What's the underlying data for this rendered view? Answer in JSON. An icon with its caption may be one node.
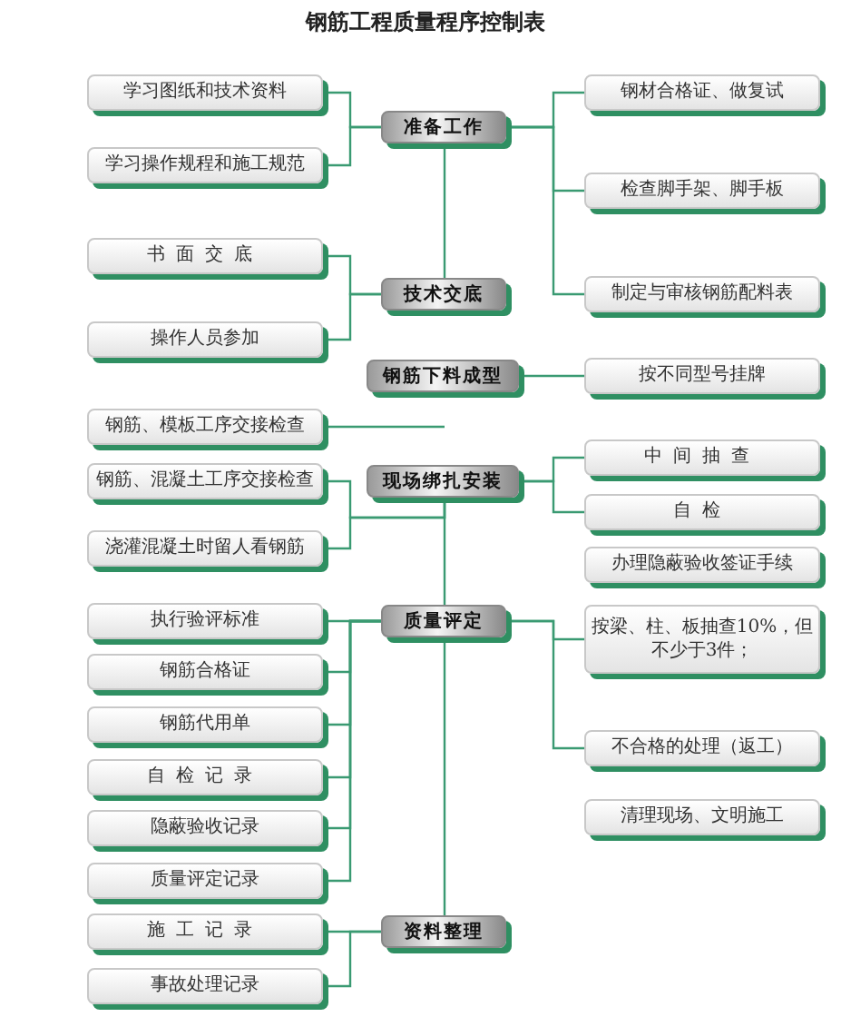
{
  "diagram": {
    "title": "钢筋工程质量程序控制表",
    "nodes": [
      {
        "text": [
          "学习图纸和技术资料"
        ]
      },
      {
        "text": [
          "钢材合格证、做复试"
        ]
      },
      {
        "text": [
          "准备工作"
        ]
      },
      {
        "text": [
          "学习操作规程和施工规范"
        ]
      },
      {
        "text": [
          "检查脚手架、脚手板"
        ]
      },
      {
        "text": [
          "书面交底"
        ]
      },
      {
        "text": [
          "技术交底"
        ]
      },
      {
        "text": [
          "制定与审核钢筋配料表"
        ]
      },
      {
        "text": [
          "操作人员参加"
        ]
      },
      {
        "text": [
          "钢筋下料成型"
        ]
      },
      {
        "text": [
          "按不同型号挂牌"
        ]
      },
      {
        "text": [
          "钢筋、模板工序交接检查"
        ]
      },
      {
        "text": [
          "中间抽查"
        ]
      },
      {
        "text": [
          "钢筋、混凝土工序交接检查"
        ]
      },
      {
        "text": [
          "现场绑扎安装"
        ]
      },
      {
        "text": [
          "自检"
        ]
      },
      {
        "text": [
          "办理隐蔽验收签证手续"
        ]
      },
      {
        "text": [
          "浇灌混凝土时留人看钢筋"
        ]
      },
      {
        "text": [
          "执行验评标准"
        ]
      },
      {
        "text": [
          "质量评定"
        ]
      },
      {
        "text": [
          "按梁、柱、板抽查10%，但不少于3件；"
        ]
      },
      {
        "text": [
          "钢筋合格证"
        ]
      },
      {
        "text": [
          "钢筋代用单"
        ]
      },
      {
        "text": [
          "不合格的处理（返工）"
        ]
      },
      {
        "text": [
          "自检记录"
        ]
      },
      {
        "text": [
          "清理现场、文明施工"
        ]
      },
      {
        "text": [
          "隐蔽验收记录"
        ]
      },
      {
        "text": [
          "质量评定记录"
        ]
      },
      {
        "text": [
          "施工记录"
        ]
      },
      {
        "text": [
          "资料整理"
        ]
      },
      {
        "text": [
          "事故处理记录"
        ]
      }
    ],
    "edges": [
      {
        "from": 0,
        "to": 2,
        "arrow": "none"
      },
      {
        "from": 3,
        "to": 2,
        "arrow": "none"
      },
      {
        "from": 2,
        "to": 1,
        "arrow": "none"
      },
      {
        "from": 2,
        "to": 4,
        "arrow": "none"
      },
      {
        "from": 2,
        "to": 7,
        "arrow": "none"
      },
      {
        "from": 2,
        "to": 6,
        "arrow": "none"
      },
      {
        "from": 5,
        "to": 6,
        "arrow": "none"
      },
      {
        "from": 8,
        "to": 6,
        "arrow": "none"
      },
      {
        "from": 9,
        "to": 10,
        "arrow": "none"
      },
      {
        "from": 11,
        "to": null,
        "arrow": "none"
      },
      {
        "from": 14,
        "to": 12,
        "arrow": "none"
      },
      {
        "from": 14,
        "to": 15,
        "arrow": "none"
      },
      {
        "from": 13,
        "to": 14,
        "arrow": "none"
      },
      {
        "from": 17,
        "to": 14,
        "arrow": "none"
      },
      {
        "from": 14,
        "to": 19,
        "arrow": "none"
      },
      {
        "from": 18,
        "to": 19,
        "arrow": "none"
      },
      {
        "from": 21,
        "to": 19,
        "arrow": "none"
      },
      {
        "from": 22,
        "to": 19,
        "arrow": "none"
      },
      {
        "from": 24,
        "to": 19,
        "arrow": "none"
      },
      {
        "from": 26,
        "to": 19,
        "arrow": "none"
      },
      {
        "from": 27,
        "to": 19,
        "arrow": "none"
      },
      {
        "from": 19,
        "to": 20,
        "arrow": "none"
      },
      {
        "from": 19,
        "to": 23,
        "arrow": "none"
      },
      {
        "from": 19,
        "to": 29,
        "arrow": "none"
      },
      {
        "from": 28,
        "to": 29,
        "arrow": "none"
      },
      {
        "from": 30,
        "to": 29,
        "arrow": "none"
      }
    ]
  }
}
